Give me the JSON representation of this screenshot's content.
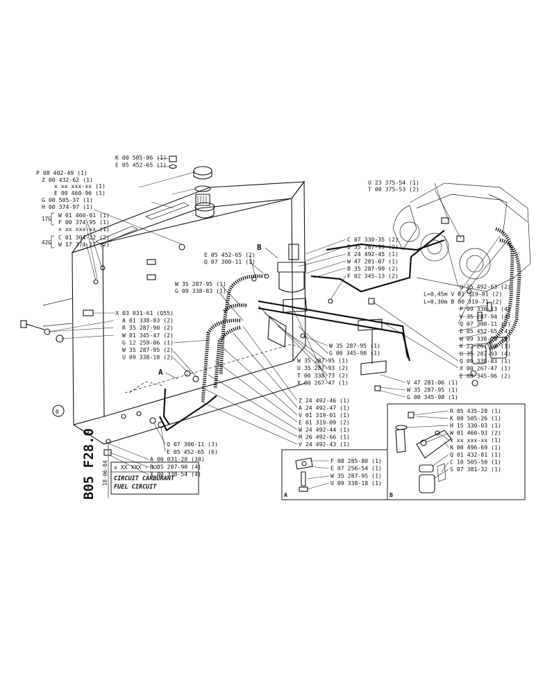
{
  "sheet": {
    "code": "B05 F28.0",
    "date": "18-06-84",
    "serial": "x XX XXX - XX",
    "title_fr": "CIRCUIT CARBURANT",
    "title_en": "FUEL CIRCUIT",
    "circle_mark": "0"
  },
  "group_labels": {
    "g17": "17G",
    "g42": "42G"
  },
  "views": {
    "a": "A",
    "b": "B"
  },
  "callout_markers": {
    "b": "B",
    "a": "A"
  },
  "labels": {
    "top_left": [
      "K 00 505-86 (1)",
      "E 05 452-65 (1)",
      "P 08 402-49 (1)",
      "Z 00 432-62 (1)",
      "x xx xxx-xx (1)",
      "E 00 460-96 (1)",
      "G 00 505-37 (1)",
      "H 00 374-97 (1)",
      "W 01 460-01 (1)",
      "F 00 374-95 (1)",
      "x xx xxx-xx (1)",
      "C 01 304-12 (2)",
      "W 17 374-17 (2)"
    ],
    "left_middle": [
      "X 03 031-61 (Q55)",
      "A 01 338-83 (2)",
      "R 35 287-90 (2)",
      "W 01 345-47 (2)",
      "G 12 259-06 (1)",
      "W 35 287-95 (2)",
      "U 09 338-18 (2)"
    ],
    "bottom_left": [
      "Q 07 300-11 (3)",
      "E 05 452-65 (6)",
      "A 00 031-28 (38)",
      "R 35 287-90 (4)",
      "X 00 338-54 (4)"
    ],
    "center_top": [
      "E 05 452-65 (2)",
      "Q 07 300-11 (1)",
      "W 35 287-95 (1)",
      "G 09 338-83 (1)"
    ],
    "center_right_top": [
      "C 07 330-35 (2)",
      "B 35 287-99 (2)",
      "X 24 492-45 (1)",
      "W 47 281-07 (1)",
      "B 35 287-99 (2)",
      "F 02 345-13 (2)"
    ],
    "top_right": [
      "U 23 375-54 (1)",
      "T 00 375-53 (2)"
    ],
    "right_middle": [
      "U 35 492-63 (2)",
      "L=0,45m V 01 319-01 (2)",
      "L=0,30m B 00 319-71 (2)",
      "P 09 338-13 (4)",
      "V 35 287-94 (4)",
      "Q 07 300-11 (2)",
      "E 05 452-65 (4)",
      "W 09 338-20 (2)",
      "K 22 267-08 (1)",
      "U 35 287-93 (4)",
      "Q 09 338-83 (1)",
      "X 00 267-47 (1)",
      "E 00 345-96 (2)"
    ],
    "center_middle": [
      "W 35 287-95 (1)",
      "G 00 345-98 (1)",
      "W 35 287-95 (1)",
      "U 35 287-93 (2)",
      "T 00 338-73 (2)",
      "X 00 267-47 (1)"
    ],
    "center_lower_right": [
      "V 47 281-06 (1)",
      "W 35 287-95 (1)",
      "G 00 345-98 (1)"
    ],
    "center_bottom": [
      "Z 24 492-46 (1)",
      "A 24 492-47 (1)",
      "V 01 319-01 (1)",
      "E 01 319-09 (2)",
      "W 24 492-44 (1)",
      "M 26 492-66 (1)",
      "V 24 492-43 (1)"
    ],
    "box_a": [
      "F 08 285-80 (1)",
      "E 07 256-54 (1)",
      "W 35 287-95 (1)",
      "U 09 338-18 (1)"
    ],
    "box_b": [
      "R 05 435-28 (1)",
      "K 08 505-26 (1)",
      "H 15 330-03 (1)",
      "W 01 460-93 (2)",
      "x xx xxx-xx (1)",
      "N 00 496-69 (1)",
      "Q 01 432-81 (1)",
      "C 10 505-50 (1)",
      "S 07 381-32 (1)"
    ]
  }
}
